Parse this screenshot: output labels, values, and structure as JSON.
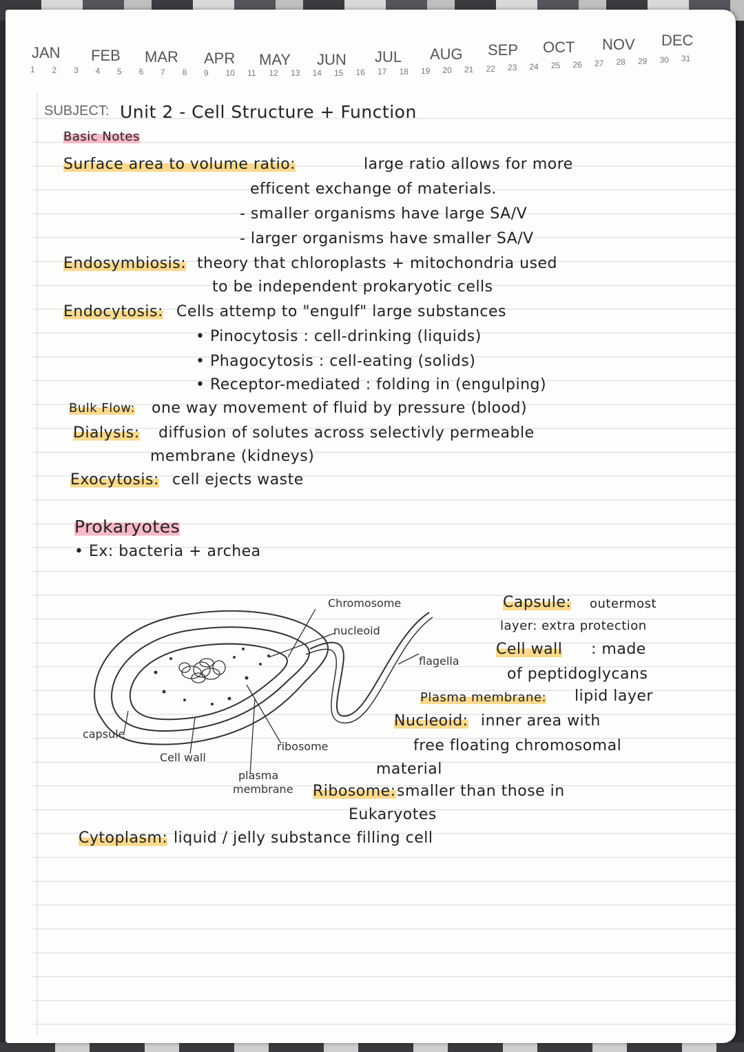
{
  "calendar": {
    "months": [
      "JAN",
      "FEB",
      "MAR",
      "APR",
      "MAY",
      "JUN",
      "JUL",
      "AUG",
      "SEP",
      "OCT",
      "NOV",
      "DEC"
    ],
    "days": [
      "1",
      "2",
      "3",
      "4",
      "5",
      "6",
      "7",
      "8",
      "9",
      "10",
      "11",
      "12",
      "13",
      "14",
      "15",
      "16",
      "17",
      "18",
      "19",
      "20",
      "21",
      "22",
      "23",
      "24",
      "25",
      "26",
      "27",
      "28",
      "29",
      "30",
      "31"
    ]
  },
  "subject": {
    "label": "SUBJECT:",
    "title": "Unit 2 - Cell Structure + Function"
  },
  "basic_notes": {
    "heading": "Basic Notes",
    "sa_term": "Surface area to volume ratio:",
    "sa_def_1": "large ratio allows for more",
    "sa_def_2": "efficent exchange of materials.",
    "sa_def_3": "- smaller organisms have large SA/V",
    "sa_def_4": "- larger organisms have smaller SA/V",
    "endosym_term": "Endosymbiosis:",
    "endosym_def_1": "theory that chloroplasts + mitochondria used",
    "endosym_def_2": "to be independent prokaryotic cells",
    "endocyt_term": "Endocytosis:",
    "endocyt_def_1": "Cells attemp to \"engulf\" large substances",
    "pino": "• Pinocytosis : cell-drinking (liquids)",
    "phago": "• Phagocytosis : cell-eating (solids)",
    "receptor": "• Receptor-mediated : folding in (engulping)",
    "bulk_term": "Bulk Flow:",
    "bulk_def": "one way movement of fluid by pressure (blood)",
    "dialysis_term": "Dialysis:",
    "dialysis_def_1": "diffusion of solutes across selectivly permeable",
    "dialysis_def_2": "membrane (kidneys)",
    "exo_term": "Exocytosis:",
    "exo_def": "cell ejects waste"
  },
  "prokaryotes": {
    "heading": "Prokaryotes",
    "example": "• Ex: bacteria + archea"
  },
  "diagram": {
    "labels": {
      "chromosome": "Chromosome",
      "nucleoid": "nucleoid",
      "flagella": "flagella",
      "capsule": "capsule",
      "cell_wall": "Cell wall",
      "ribosome": "ribosome",
      "plasma_membrane_1": "plasma",
      "plasma_membrane_2": "membrane"
    }
  },
  "definitions": {
    "capsule_term": "Capsule:",
    "capsule_def_1": "outermost",
    "capsule_def_2": "layer: extra protection",
    "cellwall_term": "Cell wall",
    "cellwall_def_1": ": made",
    "cellwall_def_2": "of peptidoglycans",
    "plasma_term": "Plasma membrane:",
    "plasma_def": "lipid layer",
    "nucleoid_term": "Nucleoid:",
    "nucleoid_def_1": "inner area with",
    "nucleoid_def_2": "free floating chromosomal",
    "nucleoid_def_3": "material",
    "ribosome_term": "Ribosome:",
    "ribosome_def_1": "smaller than those in",
    "ribosome_def_2": "Eukaryotes",
    "cytoplasm_term": "Cytoplasm:",
    "cytoplasm_def": "liquid / jelly substance filling cell"
  },
  "colors": {
    "highlight_yellow": "#fbd98c",
    "highlight_pink": "#f7b9c9",
    "ink": "#222222",
    "rule_line": "#d7d7d7"
  }
}
